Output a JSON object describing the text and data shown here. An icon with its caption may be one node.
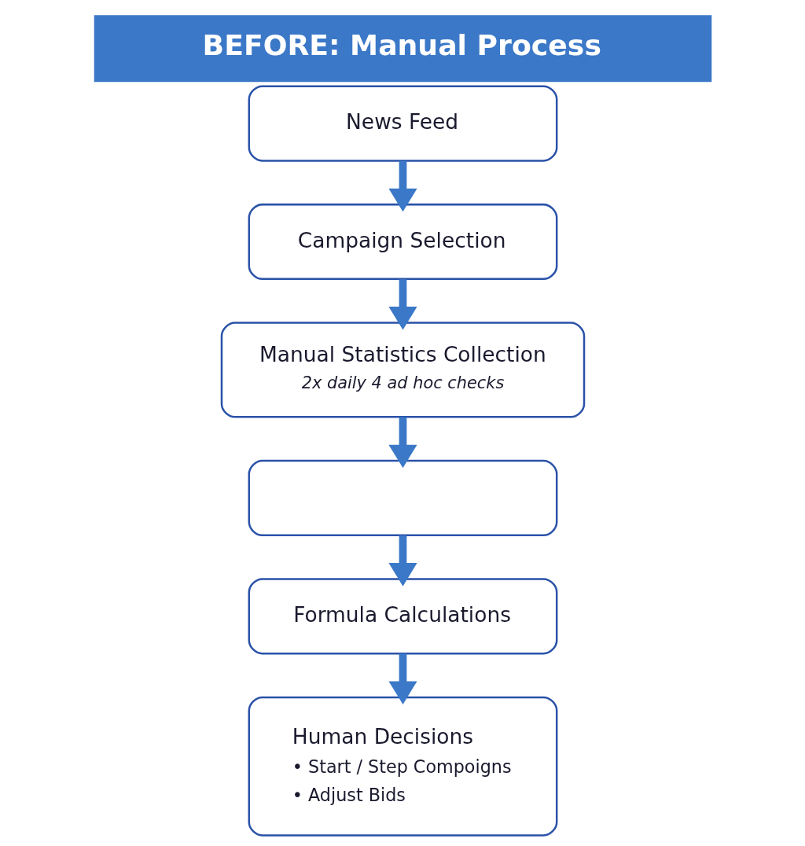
{
  "diagram": {
    "title": "BEFORE: Manual Process",
    "nodes": [
      {
        "text": [
          "News Feed"
        ]
      },
      {
        "text": [
          "Campaign Selection"
        ]
      },
      {
        "text": [
          "Manual Statistics Collection",
          "2x daily 4 ad hoc checks"
        ]
      },
      {
        "text": [],
        "shape": "box"
      },
      {
        "text": [
          "Formula Calculations"
        ]
      },
      {
        "text": [
          "Human Decisions",
          "• Start / Step Compoigns",
          "• Adjust Bids"
        ]
      }
    ],
    "edges": [
      {
        "from": 0,
        "to": 1,
        "arrow": "to"
      },
      {
        "from": 1,
        "to": 2,
        "arrow": "to"
      },
      {
        "from": 2,
        "to": 3,
        "arrow": "to"
      },
      {
        "from": 3,
        "to": 4,
        "arrow": "to"
      },
      {
        "from": 4,
        "to": 5,
        "arrow": "to"
      }
    ]
  }
}
